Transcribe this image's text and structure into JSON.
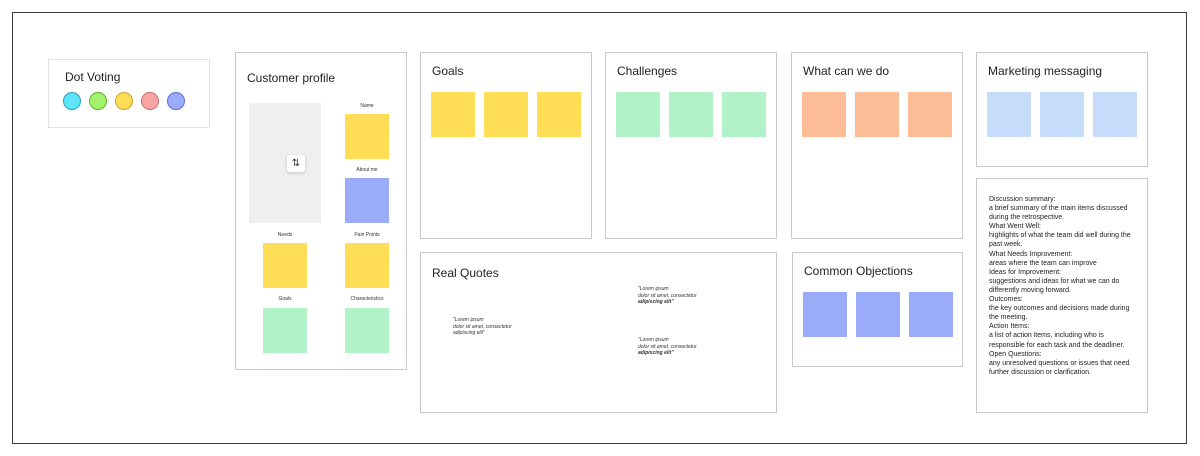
{
  "dot_voting": {
    "title": "Dot Voting",
    "dots": [
      {
        "name": "cyan",
        "fill": "#5de6f7",
        "stroke": "#2b9fc0"
      },
      {
        "name": "green",
        "fill": "#a4f36e",
        "stroke": "#5cb22c"
      },
      {
        "name": "yellow",
        "fill": "#ffdd57",
        "stroke": "#c8a52a"
      },
      {
        "name": "pink",
        "fill": "#f9a5a5",
        "stroke": "#c76f6f"
      },
      {
        "name": "blue",
        "fill": "#9aabfa",
        "stroke": "#5c6fd0"
      }
    ]
  },
  "customer_profile": {
    "title": "Customer profile",
    "name_label": "Name",
    "about_label": "About me",
    "needs_label": "Needs",
    "pain_label": "Pain Points",
    "goals_label": "Goals",
    "char_label": "Characteristics"
  },
  "goals": {
    "title": "Goals"
  },
  "challenges": {
    "title": "Challenges"
  },
  "what_can_we_do": {
    "title": "What can we do"
  },
  "marketing": {
    "title": "Marketing messaging"
  },
  "real_quotes": {
    "title": "Real Quotes",
    "quotes": [
      {
        "line1": "\"Lorem ipsum",
        "line2": "dolor sit amet, consectetur",
        "line3": "adipiscing elit\""
      },
      {
        "line1": "\"Lorem ipsum",
        "line2": "dolor sit amet, consectetur",
        "line3": "adipiscing elit\""
      },
      {
        "line1": "\"Lorem ipsum",
        "line2": "dolor sit amet, consectetur",
        "line3": "adipiscing elit\""
      }
    ]
  },
  "common_objections": {
    "title": "Common Objections"
  },
  "summary_lines": [
    "Discussion summary:",
    "a brief summary of the main items discussed",
    "during the retrospective.",
    "What Went Well:",
    "highlights of what the team did well during the",
    "past week.",
    "What Needs Improvement:",
    "areas where the team can improve",
    "Ideas for Improvement:",
    "suggestions and ideas for what we can do",
    "differently moving forward.",
    "Outcomes:",
    "the key outcomes and decisions made during",
    "the meeting.",
    "Action Items:",
    "a list of action items, including who is",
    "responsible for each task and the deadliner.",
    "Open Questions:",
    "any unresolved questions or issues that need",
    "further discussion or clarification."
  ],
  "colors": {
    "yellow": "#ffdd57",
    "green": "#b1f2c9",
    "orange": "#fdbd97",
    "light_blue": "#c6dcfb",
    "purple": "#9aabfa"
  }
}
